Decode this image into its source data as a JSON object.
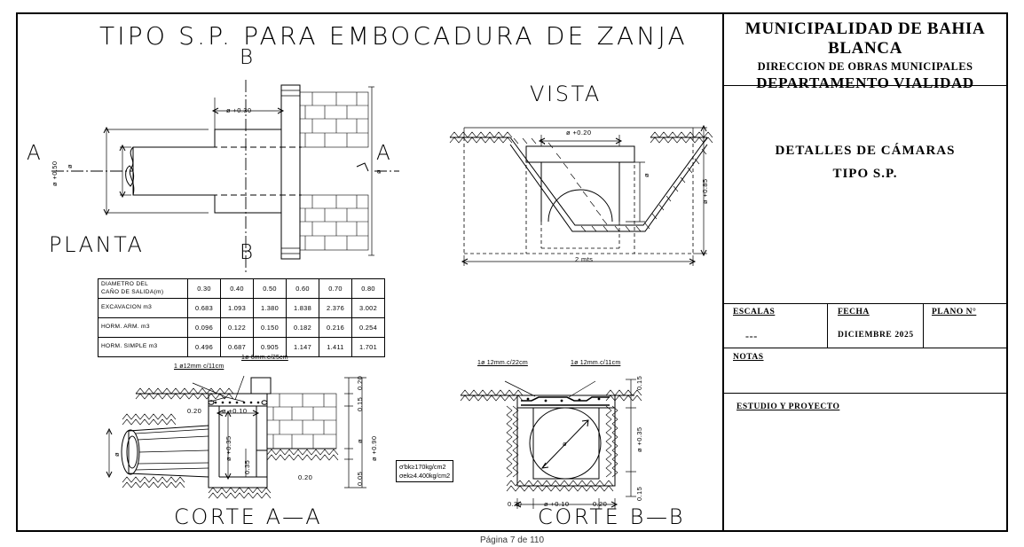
{
  "sheet": {
    "main_title": "TIPO S.P. PARA EMBOCADURA DE ZANJA",
    "footer": "Página 7 de 110"
  },
  "views": {
    "planta_label": "PLANTA",
    "vista_label": "VISTA",
    "corte_aa_label": "CORTE A—A",
    "corte_bb_label": "CORTE B—B",
    "section_marker_a_left": "A",
    "section_marker_a_right": "A",
    "section_marker_b_top": "B",
    "section_marker_b_bottom": "B"
  },
  "dimensions": {
    "planta_pipe_dia": "ø +0.50",
    "planta_wall_width": "ø +0.30",
    "planta_side_mark": "ø",
    "planta_inner_mark": "ø",
    "vista_top_width": "ø +0.20",
    "vista_total_width": "2 mts",
    "vista_depth": "ø +0.85",
    "vista_inner_height": "ø",
    "corte_aa_inner_width": "ø +0.10",
    "corte_aa_wall_left": "0.20",
    "corte_aa_wall_right": "0.20",
    "corte_aa_height": "ø +0.35",
    "corte_aa_lower": "0.35",
    "corte_aa_total": "ø +0.90",
    "corte_aa_slab1": "0.20",
    "corte_aa_slab2": "0.15",
    "corte_aa_base": "0.05",
    "corte_aa_mid_mark": "ø",
    "corte_aa_pipe_mark": "ø",
    "corte_bb_inner_width": "ø +0.10",
    "corte_bb_wall_left": "0.20",
    "corte_bb_wall_right": "0.20",
    "corte_bb_height": "ø +0.35",
    "corte_bb_top_slab": "0.15",
    "corte_bb_base": "0.15",
    "corte_bb_pipe_mark": "ø"
  },
  "rebar_notes": {
    "aa_main": "1 ø12mm c/11cm",
    "aa_sec": "1ø 6mm.c/25cm",
    "bb_left": "1ø 12mm.c/22cm",
    "bb_right": "1ø 12mm.c/11cm"
  },
  "spec_box": {
    "line1": "σ'bk≥170kg/cm2",
    "line2": "σek≥4.400kg/cm2"
  },
  "table": {
    "rows": [
      {
        "label": "DIAMETRO  DEL\nCAÑO DE  SALIDA(m)",
        "label_l1": "DIAMETRO  DEL",
        "label_l2": "CAÑO DE  SALIDA(m)",
        "values": [
          "0.30",
          "0.40",
          "0.50",
          "0.60",
          "0.70",
          "0.80"
        ]
      },
      {
        "label_l1": "EXCAVACION  m3",
        "label_l2": "",
        "values": [
          "0.683",
          "1.093",
          "1.380",
          "1.838",
          "2.376",
          "3.002"
        ]
      },
      {
        "label_l1": "HORM. ARM.  m3",
        "label_l2": "",
        "values": [
          "0.096",
          "0.122",
          "0.150",
          "0.182",
          "0.216",
          "0.254"
        ]
      },
      {
        "label_l1": "HORM. SIMPLE  m3",
        "label_l2": "",
        "values": [
          "0.496",
          "0.687",
          "0.905",
          "1.147",
          "1.411",
          "1.701"
        ]
      }
    ]
  },
  "title_block": {
    "org_line1": "MUNICIPALIDAD  DE  BAHIA  BLANCA",
    "org_line2": "DIRECCION  DE  OBRAS  MUNICIPALES",
    "org_line3": "DEPARTAMENTO  VIALIDAD",
    "subject_line1": "DETALLES  DE  CÁMARAS",
    "subject_line2": "TIPO  S.P.",
    "escalas_label": "ESCALAS",
    "escalas_value": "---",
    "fecha_label": "FECHA",
    "fecha_value": "DICIEMBRE   2025",
    "plano_label": "PLANO  N°",
    "plano_value": "",
    "notas_label": "NOTAS",
    "notas_value": "",
    "estudio_label": "ESTUDIO  Y  PROYECTO",
    "estudio_value": ""
  },
  "colors": {
    "ink": "#000000",
    "paper": "#ffffff"
  }
}
